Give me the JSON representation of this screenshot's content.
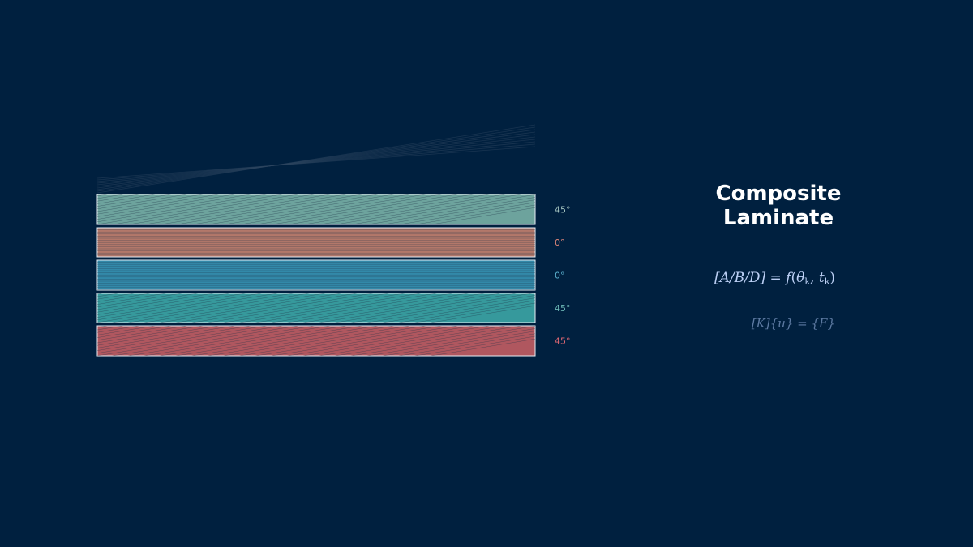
{
  "title": {
    "line1": "Composite",
    "line2": "Laminate"
  },
  "formulas": {
    "main": {
      "lhs": "[A/B/D]",
      "eq": " = ",
      "f": "f",
      "open": "(",
      "theta": "θ",
      "theta_sub": "k",
      "comma": ", ",
      "t": "t",
      "t_sub": "k",
      "close": ")"
    },
    "secondary": {
      "k": "[K]",
      "u": "{u}",
      "eq": " = ",
      "f": "{F}"
    }
  },
  "layers": [
    {
      "angle_label": "45°",
      "angle": 45,
      "fill": "#6da39d",
      "label_color": "#a9c9c4"
    },
    {
      "angle_label": "0°",
      "angle": 0,
      "fill": "#b3786a",
      "label_color": "#e0877a"
    },
    {
      "angle_label": "0°",
      "angle": 0,
      "fill": "#3289a9",
      "label_color": "#5bb2d0"
    },
    {
      "angle_label": "45°",
      "angle": 45,
      "fill": "#36999c",
      "label_color": "#6cb8b6"
    },
    {
      "angle_label": "45°",
      "angle": 45,
      "fill": "#b0575f",
      "label_color": "#e76a75"
    }
  ]
}
